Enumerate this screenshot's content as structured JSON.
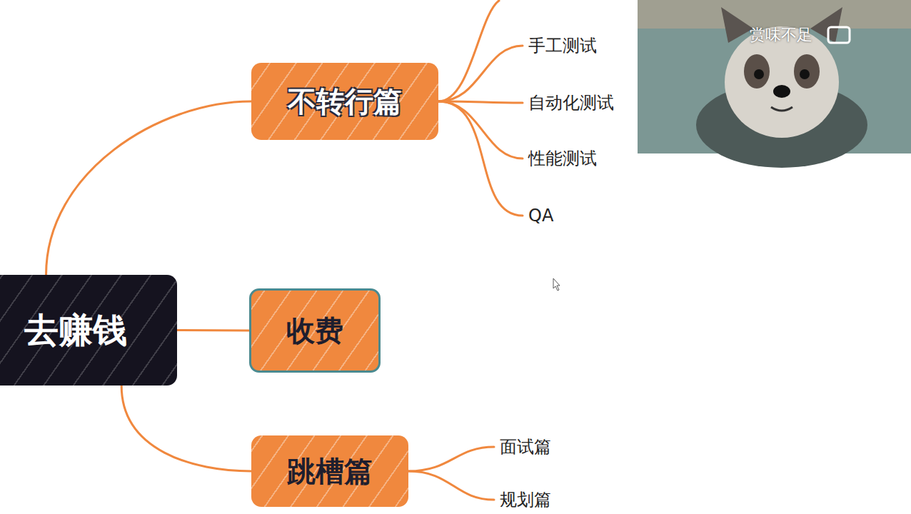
{
  "diagram": {
    "nodes": [
      {
        "text": [
          "去赚钱"
        ]
      },
      {
        "text": [
          "不转行篇"
        ]
      },
      {
        "text": [
          "手工测试"
        ]
      },
      {
        "text": [
          "自动化测试"
        ]
      },
      {
        "text": [
          "性能测试"
        ]
      },
      {
        "text": [
          "QA"
        ]
      },
      {
        "text": [
          "收费"
        ]
      },
      {
        "text": [
          "跳槽篇"
        ]
      },
      {
        "text": [
          "面试篇"
        ]
      },
      {
        "text": [
          "规划篇"
        ]
      }
    ],
    "edges": [
      {
        "from": 0,
        "to": 1,
        "arrow": "none"
      },
      {
        "from": 0,
        "to": 6,
        "arrow": "none"
      },
      {
        "from": 0,
        "to": 7,
        "arrow": "none"
      },
      {
        "from": 1,
        "to": 2,
        "arrow": "none"
      },
      {
        "from": 1,
        "to": 3,
        "arrow": "none"
      },
      {
        "from": 1,
        "to": 4,
        "arrow": "none"
      },
      {
        "from": 1,
        "to": 5,
        "arrow": "none"
      },
      {
        "from": 7,
        "to": 8,
        "arrow": "none"
      },
      {
        "from": 7,
        "to": 9,
        "arrow": "none"
      }
    ],
    "labels": [
      "赏味不足"
    ]
  }
}
